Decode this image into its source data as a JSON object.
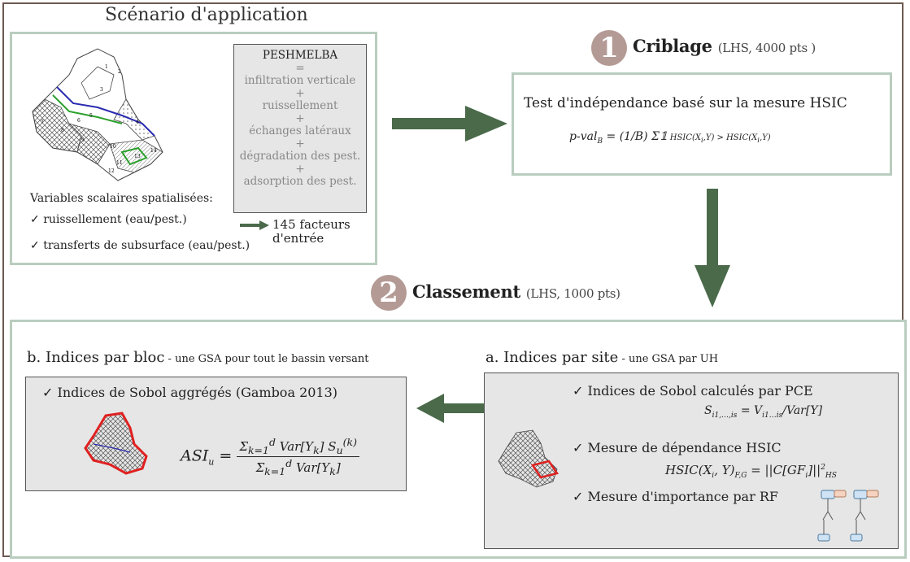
{
  "scenario": {
    "title": "Scénario d'application",
    "model": {
      "name": "PESHMELBA",
      "eq": "=",
      "plus": "+",
      "processes": [
        "infiltration verticale",
        "ruissellement",
        "échanges latéraux",
        "dégradation des pest.",
        "adsorption des pest."
      ]
    },
    "variables_title": "Variables scalaires spatialisées:",
    "variables": [
      "ruissellement (eau/pest.)",
      "transferts de subsurface (eau/pest.)"
    ],
    "factors_line1": "145 facteurs",
    "factors_line2": "d'entrée",
    "check_mark": "✓",
    "map_labels": [
      "1",
      "2",
      "3",
      "4",
      "5",
      "6",
      "7",
      "8",
      "9",
      "10",
      "11",
      "12",
      "13",
      "14"
    ]
  },
  "screening": {
    "number": "1",
    "title": "Criblage",
    "subtitle": "(LHS, 4000 pts )",
    "test_title": "Test d'indépendance basé sur la mesure HSIC",
    "formula_lhs": "p-val",
    "formula_rhs": "= (1/B) Σ𝟙"
  },
  "ranking": {
    "number": "2",
    "title": "Classement",
    "subtitle": "(LHS, 1000 pts)",
    "block": {
      "title": "b. Indices par bloc",
      "subtitle": " - une GSA pour tout le bassin versant",
      "item": "Indices de Sobol aggrégés (Gamboa 2013)",
      "formula": "ASI"
    },
    "site": {
      "title": "a. Indices par site",
      "subtitle": " - une GSA par UH",
      "items": [
        "Indices de Sobol calculés par PCE",
        "Mesure de dépendance HSIC",
        "Mesure d'importance par RF"
      ]
    }
  },
  "colors": {
    "panel_border": "#b9cdbf",
    "arrow": "#4a6a4a",
    "number_circle": "#b49a95",
    "outer_border": "#6d5a52",
    "highlight": "#e02020"
  }
}
